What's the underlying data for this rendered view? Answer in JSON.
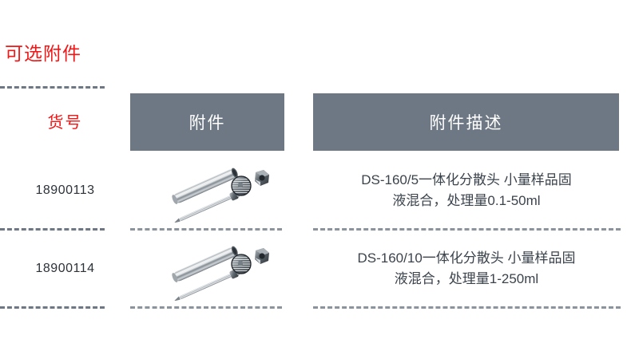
{
  "section": {
    "title": "可选附件",
    "title_color": "#f21616"
  },
  "table": {
    "header_bg": "#6d7884",
    "header_text_color": "#ffffff",
    "columns": [
      {
        "key": "code",
        "label": "货号",
        "style": "plain-red"
      },
      {
        "key": "image",
        "label": "附件",
        "style": "filled-box"
      },
      {
        "key": "desc",
        "label": "附件描述",
        "style": "filled-box"
      }
    ],
    "rows": [
      {
        "code": "18900113",
        "image_alt": "dispersing-tool-ds-160-5",
        "desc_line1": "DS-160/5一体化分散头 小量样品固",
        "desc_line2": "液混合，处理量0.1-50ml"
      },
      {
        "code": "18900114",
        "image_alt": "dispersing-tool-ds-160-10",
        "desc_line1": "DS-160/10一体化分散头  小量样品固",
        "desc_line2": "液混合，处理量1-250ml"
      }
    ]
  }
}
